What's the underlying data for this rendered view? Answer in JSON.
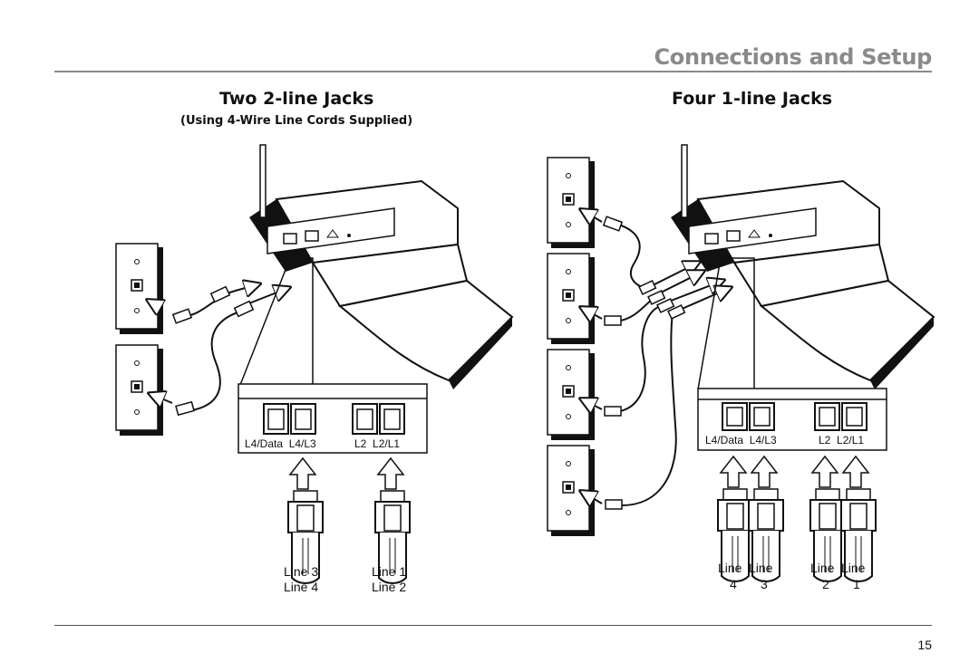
{
  "header": {
    "title": "Connections and Setup"
  },
  "left_section": {
    "title": "Two 2-line Jacks",
    "subtitle": "(Using 4-Wire Line Cords Supplied)",
    "port_labels": {
      "left": "L4/Data  L4/L3",
      "right": "L2  L2/L1"
    },
    "line_labels": [
      {
        "line1": "Line 3",
        "line2": "Line 4"
      },
      {
        "line1": "Line 1",
        "line2": "Line 2"
      }
    ]
  },
  "right_section": {
    "title": "Four 1-line Jacks",
    "port_labels": {
      "left": "L4/Data  L4/L3",
      "right": "L2  L2/L1"
    },
    "line_labels": [
      {
        "word": "Line",
        "num": "4"
      },
      {
        "word": "Line",
        "num": "3"
      },
      {
        "word": "Line",
        "num": "2"
      },
      {
        "word": "Line",
        "num": "1"
      }
    ]
  },
  "footer": {
    "page_number": "15"
  }
}
